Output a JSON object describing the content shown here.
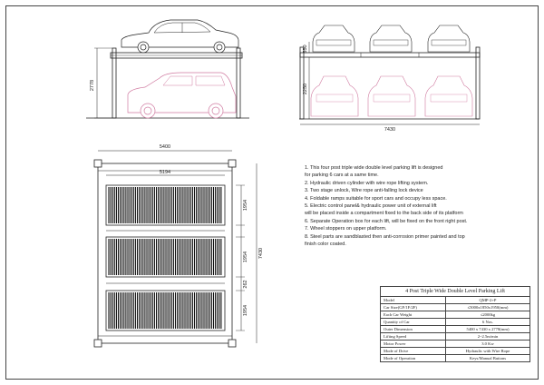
{
  "dimensions": {
    "side_height": "2778",
    "front_height_upper": "550",
    "front_height_lower": "2250",
    "front_width": "7430",
    "plan_outer_width": "5400",
    "plan_inner_width": "5194",
    "plan_total_length": "7430",
    "plan_platform_1": "1954",
    "plan_platform_2": "1954",
    "plan_platform_3": "1954",
    "plan_gap": "262"
  },
  "notes": [
    "1.  This four post triple wide double level parking lift is designed",
    "     for parking 6 cars at a same time.",
    "2. Hydraulic driven cylinder with wire rope lifting system.",
    "3. Two stage unlock, Wire rope anti-falling lock device",
    "4. Foldable ramps suitable for sport cars and occupy less space.",
    "5. Electric control panel& hydraulic power unit of external lift",
    "     will be placed inside a compartment fixed to the back side of its platform",
    "6. Separate Operation box for each lift, will be fixed on the front right post.",
    "7. Wheel stoppers on upper platform.",
    "8. Steel parts are sandblasted then anti-corrosion primer painted and top",
    "     finish color coated."
  ],
  "title_block": {
    "title": "4 Post Triple Wide Double Level Parking Lift",
    "rows": [
      {
        "label": "Model",
        "value": "QMP-2+P"
      },
      {
        "label": "Car Size(GF/1F/2F)",
        "value": "≤5000x1850x1950(mm)"
      },
      {
        "label": "Each Car Weight",
        "value": "≤2000kg"
      },
      {
        "label": "Quantity of Car",
        "value": "6 Nos."
      },
      {
        "label": "Outer Dimension",
        "value": "5400 x 7430 x 2778(mm)"
      },
      {
        "label": "Lifting Speed",
        "value": "2~2.5m/min"
      },
      {
        "label": "Motor Power",
        "value": "3.0 Kw"
      },
      {
        "label": "Mode of Drive",
        "value": "Hydraulic with Wire Rope"
      },
      {
        "label": "Mode of Operation",
        "value": "Keys/Manual Buttons"
      }
    ]
  }
}
